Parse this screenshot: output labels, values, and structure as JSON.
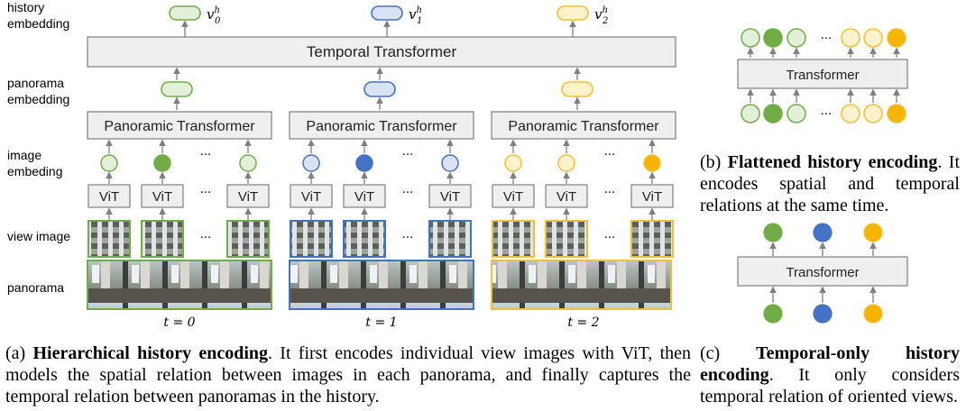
{
  "colors": {
    "green_light": "#e2f0d9",
    "green_dark": "#70ad47",
    "green_stroke": "#70ad47",
    "blue_light": "#dae3f3",
    "blue_dark": "#4472c4",
    "blue_stroke": "#4472c4",
    "yellow_light": "#fff2cc",
    "yellow_dark": "#f4b400",
    "yellow_stroke": "#f2c037",
    "box_fill": "#efefef",
    "box_stroke": "#7f7f7f",
    "arrow": "#7f7f7f"
  },
  "row_labels": {
    "history": "history\nembedding",
    "panorama_embedding": "panorama\nembedding",
    "image": "image\nembeding",
    "view": "view image",
    "panorama": "panorama"
  },
  "temporal_transformer": "Temporal Transformer",
  "panoramic_transformer": "Panoramic Transformer",
  "vit": "ViT",
  "ellipsis": "···",
  "history_vectors": [
    "v",
    "v",
    "v"
  ],
  "history_superscript": "h",
  "history_subscripts": [
    "0",
    "1",
    "2"
  ],
  "timesteps": [
    "t = 0",
    "t = 1",
    "t = 2"
  ],
  "transformer_b": "Transformer",
  "transformer_c": "Transformer",
  "caption_a": {
    "tag": "(a)",
    "bold": "Hierarchical history encoding",
    "text": ". It first encodes individual view images with ViT, then models the spatial relation between images in each panorama, and finally captures the temporal relation between panoramas in the history."
  },
  "caption_b": {
    "tag": "(b)",
    "bold": "Flattened history encoding",
    "text": ". It encodes spatial and temporal relations at the same time."
  },
  "caption_c": {
    "tag": "(c)",
    "bold": "Temporal-only history encoding",
    "text": ". It only considers temporal relation of oriented views."
  }
}
